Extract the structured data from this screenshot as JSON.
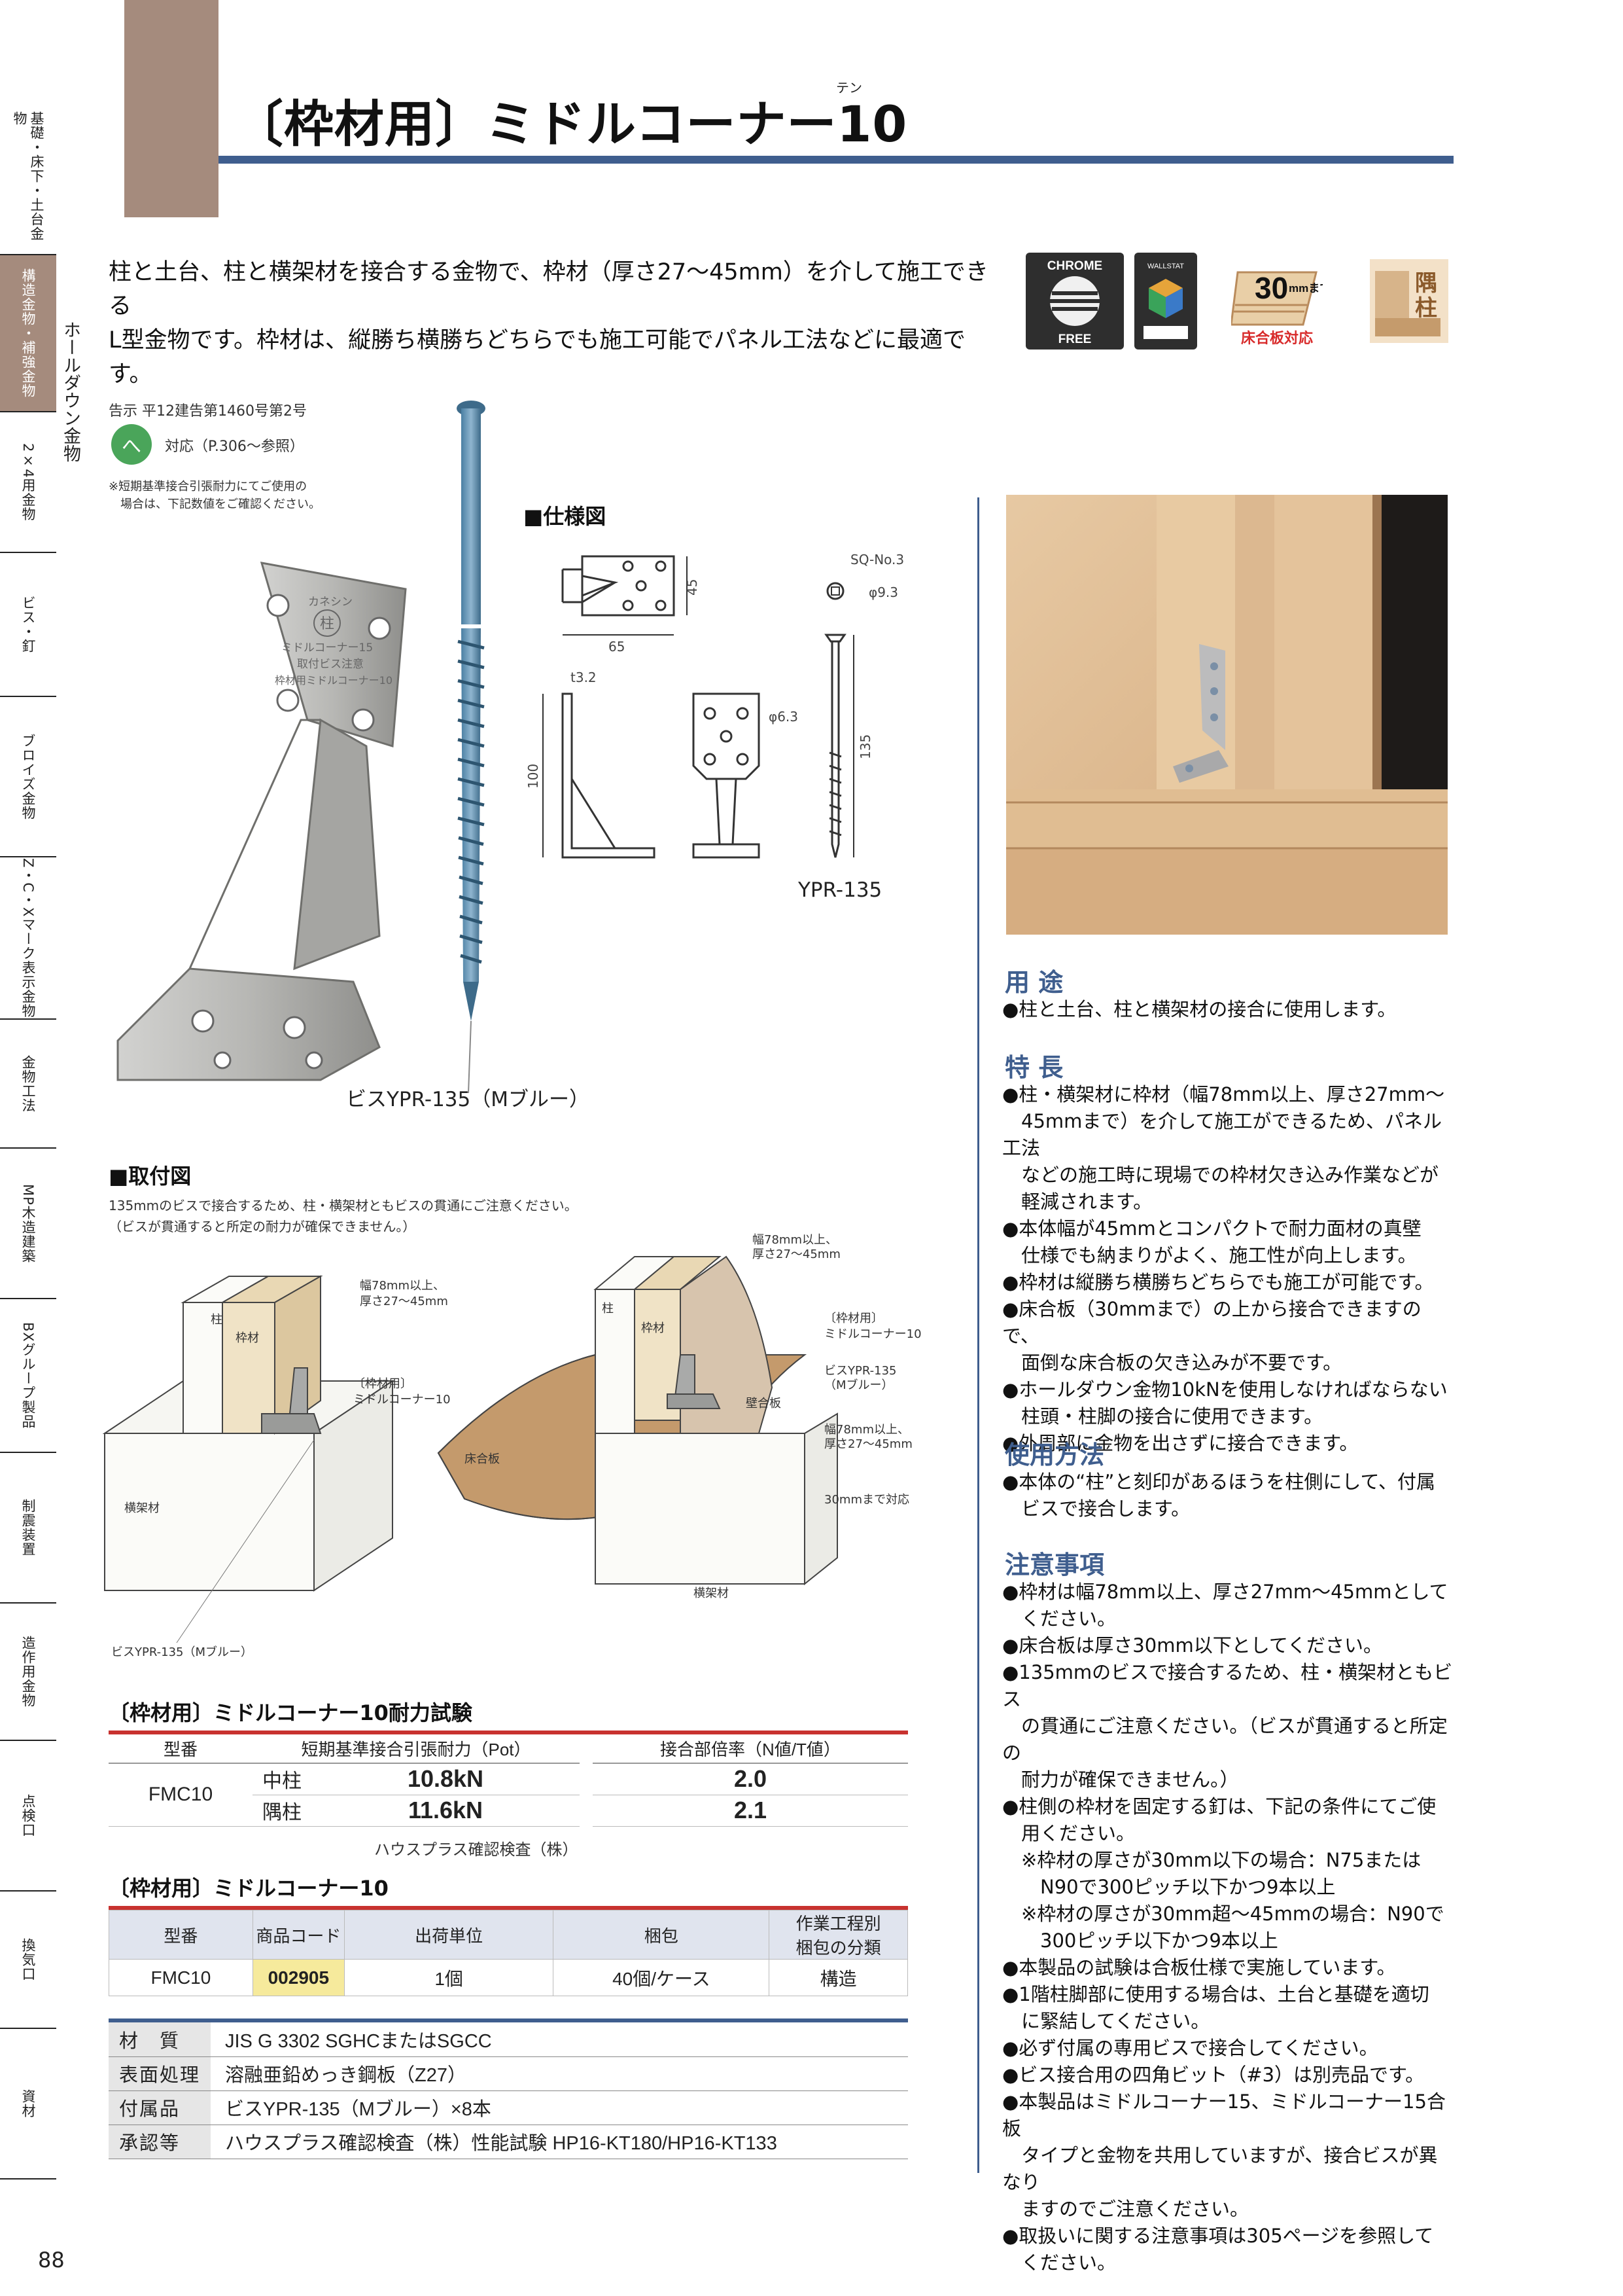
{
  "side_index": [
    {
      "label": "基礎・床下・土台金物",
      "active": false
    },
    {
      "label": "構造金物・補強金物",
      "active": true
    },
    {
      "label": "2×4用金物",
      "active": false
    },
    {
      "label": "ビス・釘",
      "active": false
    },
    {
      "label": "ブロイズ金物",
      "active": false
    },
    {
      "label": "Z・C・Xマーク表示金物",
      "active": false
    },
    {
      "label": "金物工法",
      "active": false
    },
    {
      "label": "MP木造建築",
      "active": false
    },
    {
      "label": "BXグループ製品",
      "active": false
    },
    {
      "label": "制震装置",
      "active": false
    },
    {
      "label": "造作用金物",
      "active": false
    },
    {
      "label": "点検口",
      "active": false
    },
    {
      "label": "換気口",
      "active": false
    },
    {
      "label": "資材",
      "active": false
    }
  ],
  "side_sub": "ホールダウン金物",
  "header": {
    "title": "〔枠材用〕ミドルコーナー10",
    "ruby": "テン"
  },
  "intro": {
    "line1": "柱と土台、柱と横架材を接合する金物で、枠材（厚さ27～45mm）を介して施工できる",
    "line2": "L型金物です。枠材は、縦勝ち横勝ちどちらでも施工可能でパネル工法などに最適です。"
  },
  "badges": {
    "chrome_top": "CHROME",
    "chrome_bottom": "FREE",
    "wallstat": "WALLSTAT",
    "floor_num": "30",
    "floor_unit": "mmまで",
    "floor_label": "床合板対応",
    "corner_1": "隅",
    "corner_2": "柱"
  },
  "notice": {
    "kokuji": "告示 平12建告第1460号第2号",
    "he_symbol": "へ",
    "he_text": "対応（P.306～参照）",
    "note_line1": "※短期基準接合引張耐力にてご使用の",
    "note_line2": "　場合は、下記数値をご確認ください。"
  },
  "product_photo": {
    "stamp_line1": "カネシン",
    "stamp_line2": "柱",
    "stamp_line3": "ミドルコーナー15",
    "stamp_line4": "取付ビス注意",
    "stamp_line5": "枠材用ミドルコーナー10",
    "screw_caption": "ビスYPR-135（Mブルー）"
  },
  "spec": {
    "heading": "■仕様図",
    "dim_45": "45",
    "dim_65": "65",
    "dim_t32": "t3.2",
    "dim_100": "100",
    "dim_hole": "φ6.3",
    "sq": "SQ-No.3",
    "dim_93": "φ9.3",
    "dim_135": "135",
    "screw_name": "YPR-135"
  },
  "mount": {
    "heading": "■取付図",
    "note1": "135mmのビスで接合するため、柱・横架材ともビスの貫通にご注意ください。",
    "note2": "（ビスが貫通すると所定の耐力が確保できません。）",
    "left": {
      "pillar": "柱",
      "frame": "枠材",
      "frame_size1": "幅78mm以上、",
      "frame_size2": "厚さ27～45mm",
      "product1": "〔枠材用〕",
      "product2": "ミドルコーナー10",
      "beam": "横架材",
      "screw": "ビスYPR-135（Mブルー）"
    },
    "right": {
      "frame_size1": "幅78mm以上、",
      "frame_size2": "厚さ27～45mm",
      "pillar": "柱",
      "frame": "枠材",
      "product1": "〔枠材用〕",
      "product2": "ミドルコーナー10",
      "screw1": "ビスYPR-135",
      "screw2": "（Mブルー）",
      "wall": "壁合板",
      "floor": "床合板",
      "frame2_size1": "幅78mm以上、",
      "frame2_size2": "厚さ27～45mm",
      "floor_note": "30mmまで対応",
      "beam": "横架材"
    }
  },
  "strength_table": {
    "title": "〔枠材用〕ミドルコーナー10耐力試験",
    "headers": [
      "型番",
      "短期基準接合引張耐力（Pot）",
      "接合部倍率（N値/T値）"
    ],
    "model": "FMC10",
    "rows": [
      {
        "type": "中柱",
        "value": "10.8kN",
        "ratio": "2.0"
      },
      {
        "type": "隅柱",
        "value": "11.6kN",
        "ratio": "2.1"
      }
    ],
    "footnote": "ハウスプラス確認検査（株）"
  },
  "product_table": {
    "title": "〔枠材用〕ミドルコーナー10",
    "headers": [
      "型番",
      "商品コード",
      "出荷単位",
      "梱包",
      "作業工程別",
      "梱包の分類"
    ],
    "row": [
      "FMC10",
      "002905",
      "1個",
      "40個/ケース",
      "構造"
    ]
  },
  "material_table": [
    {
      "key": "材　質",
      "value": "JIS G 3302 SGHCまたはSGCC"
    },
    {
      "key": "表面処理",
      "value": "溶融亜鉛めっき鋼板（Z27）"
    },
    {
      "key": "付属品",
      "value": "ビスYPR-135（Mブルー）×8本"
    },
    {
      "key": "承認等",
      "value": "ハウスプラス確認検査（株）性能試験 HP16-KT180/HP16-KT133"
    }
  ],
  "right_column": {
    "usage_head": "用 途",
    "usage": [
      "●柱と土台、柱と横架材の接合に使用します。"
    ],
    "feature_head": "特 長",
    "features": [
      "●柱・横架材に枠材（幅78mm以上、厚さ27mm～",
      "　45mmまで）を介して施工ができるため、パネル工法",
      "　などの施工時に現場での枠材欠き込み作業などが",
      "　軽減されます。",
      "●本体幅が45mmとコンパクトで耐力面材の真壁",
      "　仕様でも納まりがよく、施工性が向上します。",
      "●枠材は縦勝ち横勝ちどちらでも施工が可能です。",
      "●床合板（30mmまで）の上から接合できますので、",
      "　面倒な床合板の欠き込みが不要です。",
      "●ホールダウン金物10kNを使用しなければならない",
      "　柱頭・柱脚の接合に使用できます。",
      "●外周部に金物を出さずに接合できます。"
    ],
    "method_head": "使用方法",
    "method": [
      "●本体の“柱”と刻印があるほうを柱側にして、付属",
      "　ビスで接合します。"
    ],
    "caution_head": "注意事項",
    "caution": [
      "●枠材は幅78mm以上、厚さ27mm～45mmとして",
      "　ください。",
      "●床合板は厚さ30mm以下としてください。",
      "●135mmのビスで接合するため、柱・横架材ともビス",
      "　の貫通にご注意ください。（ビスが貫通すると所定の",
      "　耐力が確保できません。）",
      "●柱側の枠材を固定する釘は、下記の条件にてご使",
      "　用ください。",
      "　※枠材の厚さが30mm以下の場合：N75または",
      "　　N90で300ピッチ以下かつ9本以上",
      "　※枠材の厚さが30mm超～45mmの場合：N90で",
      "　　300ピッチ以下かつ9本以上",
      "●本製品の試験は合板仕様で実施しています。",
      "●1階柱脚部に使用する場合は、土台と基礎を適切",
      "　に緊結してください。",
      "●必ず付属の専用ビスで接合してください。",
      "●ビス接合用の四角ビット（#3）は別売品です。",
      "●本製品はミドルコーナー15、ミドルコーナー15合板",
      "　タイプと金物を共用していますが、接合ビスが異なり",
      "　ますのでご注意ください。",
      "●取扱いに関する注意事項は305ページを参照して",
      "　ください。"
    ]
  },
  "page_number": "88",
  "colors": {
    "accent_blue": "#3f5e8e",
    "brown": "#a58b7d",
    "red": "#c8322f",
    "green": "#4aa55a"
  }
}
